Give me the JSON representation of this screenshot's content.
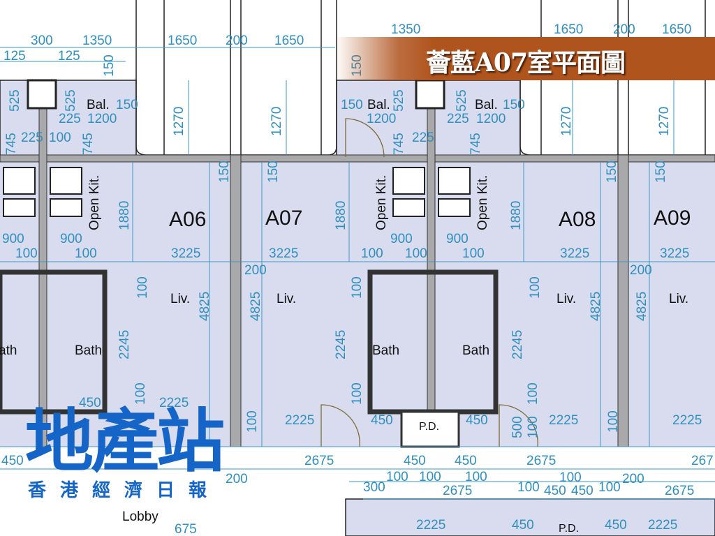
{
  "banner": {
    "title": "薈藍A07室平面圖",
    "color": "#b0541e"
  },
  "logo": {
    "main": "地產站",
    "sub": "香港經濟日報"
  },
  "units": [
    "A06",
    "A07",
    "A08",
    "A09"
  ],
  "rooms": {
    "balcony": "Bal.",
    "kitchen": "Open Kit.",
    "living": "Liv.",
    "bath": "Bath",
    "bath_cut": "ath",
    "pd": "P.D.",
    "lobby": "Lobby"
  },
  "dims": [
    "300",
    "1350",
    "1650",
    "200",
    "1650",
    "1350",
    "1650",
    "200",
    "1650",
    "125",
    "125",
    "150",
    "525",
    "525",
    "745",
    "745",
    "1270",
    "1270",
    "150",
    "525",
    "525",
    "745",
    "745",
    "1270",
    "1270",
    "150",
    "150",
    "150",
    "225",
    "1200",
    "1200",
    "225",
    "1200",
    "225",
    "100",
    "225",
    "150",
    "150",
    "150",
    "150",
    "1880",
    "1880",
    "1880",
    "900",
    "900",
    "900",
    "900",
    "100",
    "100",
    "3225",
    "3225",
    "100",
    "100",
    "100",
    "3225",
    "3225",
    "200",
    "200",
    "100",
    "100",
    "100",
    "4825",
    "4825",
    "4825",
    "4825",
    "2245",
    "2245",
    "2245",
    "100",
    "100",
    "100",
    "450",
    "2225",
    "100",
    "2225",
    "450",
    "450",
    "500",
    "100",
    "2225",
    "100",
    "2225",
    "2675",
    "450",
    "450",
    "2675",
    "267",
    "450",
    "675",
    "100",
    "100",
    "100",
    "200",
    "200",
    "300",
    "2675",
    "100",
    "450",
    "450",
    "100",
    "100",
    "2675",
    "2225",
    "450",
    "450",
    "2225"
  ],
  "colors": {
    "floor": "#d9dcef",
    "wall": "#a9a9ab",
    "dimension": "#2f8fbf",
    "logo": "#1565c8"
  }
}
